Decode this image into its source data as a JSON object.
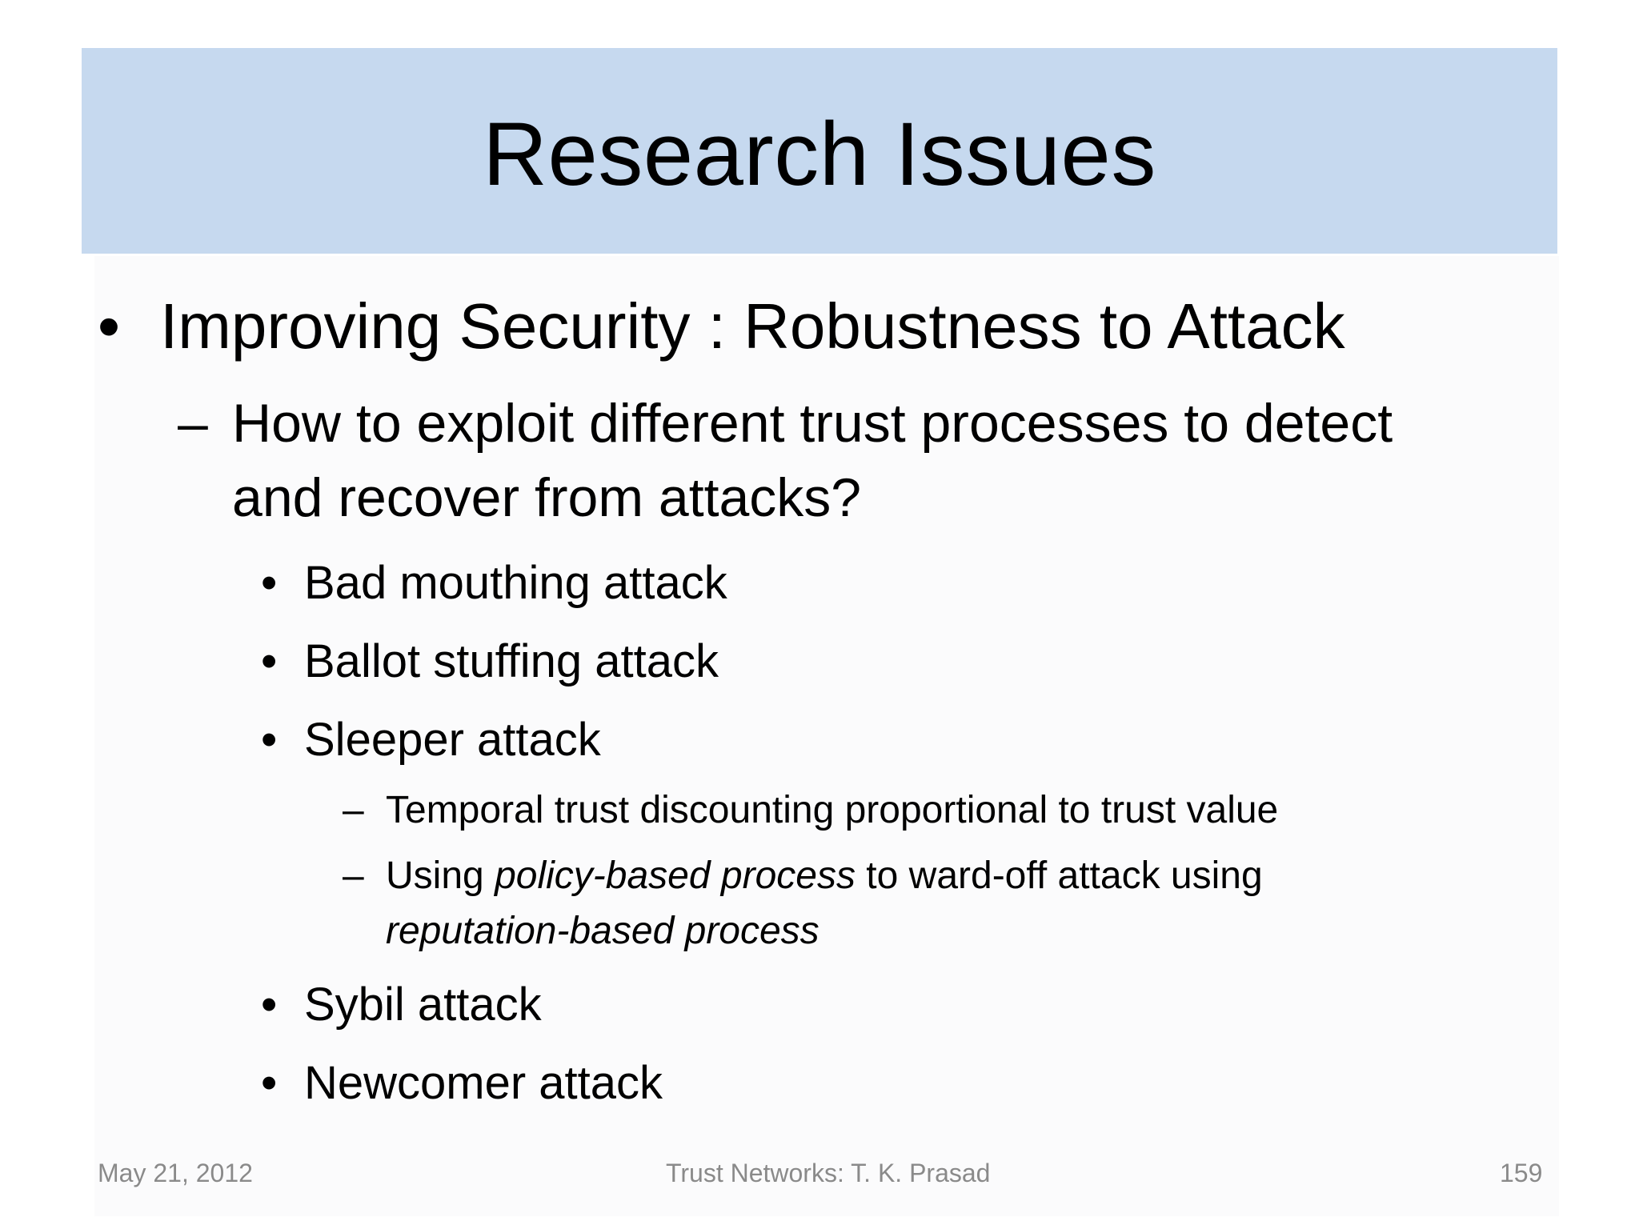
{
  "slide": {
    "title": "Research Issues",
    "bullet_char": "•",
    "dash_char": "–",
    "level1": "Improving Security : Robustness to Attack",
    "level2_line1": "How to exploit different trust processes to detect",
    "level2_line2": "and recover from attacks?",
    "attacks": [
      "Bad mouthing attack",
      "Ballot stuffing attack",
      "Sleeper attack",
      "Sybil attack",
      "Newcomer attack"
    ],
    "sleeper_sub": {
      "item1": "Temporal trust discounting proportional to trust value",
      "item2_part1": "Using ",
      "item2_em1": "policy-based process",
      "item2_part2": " to ward-off attack using",
      "item2_em2": "reputation-based process"
    }
  },
  "footer": {
    "date": "May 21, 2012",
    "center": "Trust Networks: T. K. Prasad",
    "page": "159"
  }
}
